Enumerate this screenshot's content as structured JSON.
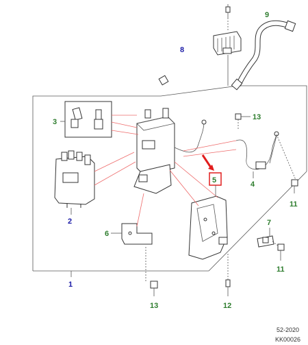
{
  "callouts": {
    "c1": "1",
    "c2": "2",
    "c3": "3",
    "c4": "4",
    "c5": "5",
    "c6": "6",
    "c7": "7",
    "c8": "8",
    "c9": "9",
    "c11a": "11",
    "c11b": "11",
    "c12": "12",
    "c13a": "13",
    "c13b": "13"
  },
  "footer": {
    "date": "52-2020",
    "ref": "KK00026"
  },
  "colors": {
    "blue_label": "#1a1aa6",
    "green_label": "#2e7d2e",
    "highlight": "#e11d1d",
    "leader_pink": "#ee6a6a"
  }
}
